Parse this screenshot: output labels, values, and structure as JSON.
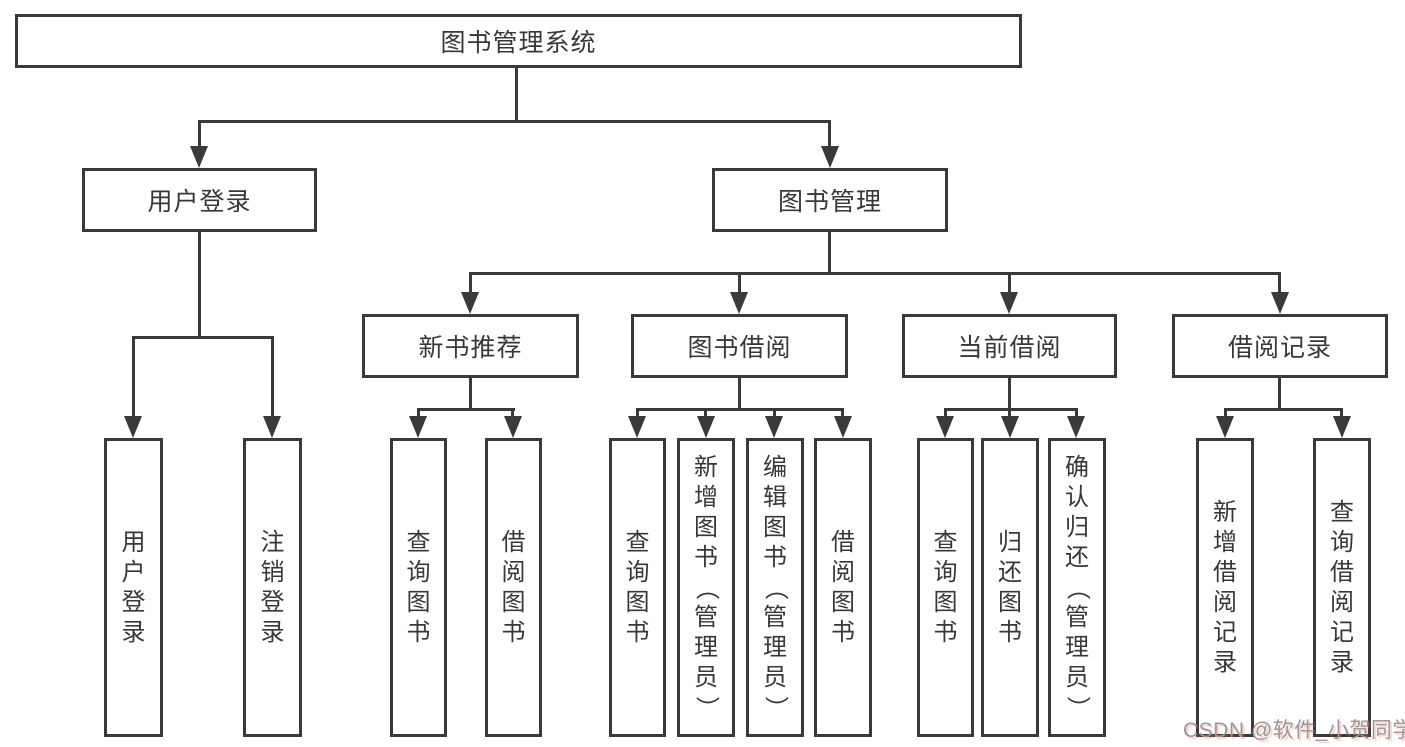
{
  "diagram": {
    "root": "图书管理系统",
    "level2": {
      "user_login": "用户登录",
      "book_mgmt": "图书管理"
    },
    "level3": {
      "new_book_rec": "新书推荐",
      "book_borrow": "图书借阅",
      "current_borrow": "当前借阅",
      "borrow_record": "借阅记录"
    },
    "leaves": {
      "g1_login": "用户登录",
      "g1_logout": "注销登录",
      "g2_query": "查询图书",
      "g2_borrow": "借阅图书",
      "g3_query": "查询图书",
      "g3_add": "新增图书（管理员）",
      "g3_edit": "编辑图书（管理员）",
      "g3_borrow": "借阅图书",
      "g4_query": "查询图书",
      "g4_return": "归还图书",
      "g4_confirm": "确认归还（管理员）",
      "g5_add": "新增借阅记录",
      "g5_query": "查询借阅记录"
    }
  },
  "watermark": "CSDN @软件_小贺同学",
  "colors": {
    "line": "#3a3a3a",
    "text": "#383838",
    "background": "#ffffff",
    "watermark_gray": "#999999",
    "watermark_accent": "#f46a6a"
  }
}
